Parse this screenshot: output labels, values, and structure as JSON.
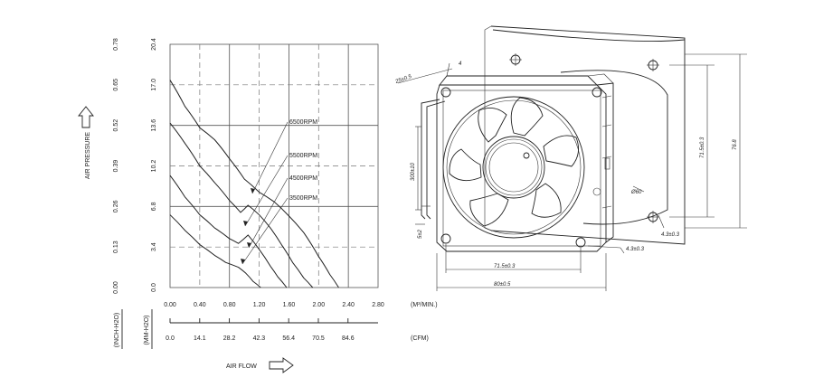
{
  "chart_data": {
    "type": "line",
    "xlabel": "AIR FLOW",
    "ylabel": "AIR PRESSURE",
    "x_unit_primary": "(M³/MIN.)",
    "x_unit_secondary": "(CFM)",
    "y_unit_outer": "(INCH-H2O)",
    "y_unit_inner": "(MM-H2O)",
    "x_ticks_primary": [
      "0.00",
      "0.40",
      "0.80",
      "1.20",
      "1.60",
      "2.00",
      "2.40",
      "2.80"
    ],
    "x_ticks_secondary": [
      "0.0",
      "14.1",
      "28.2",
      "42.3",
      "56.4",
      "70.5",
      "84.6"
    ],
    "y_ticks_inch": [
      "0.00",
      "0.13",
      "0.26",
      "0.39",
      "0.52",
      "0.65",
      "0.78"
    ],
    "y_ticks_mm": [
      "0.0",
      "3.4",
      "6.8",
      "10.2",
      "13.6",
      "17.0",
      "20.4"
    ],
    "xlim": [
      0,
      2.8
    ],
    "ylim": [
      0,
      20.4
    ],
    "series": [
      {
        "name": "6500RPM",
        "x": [
          0.0,
          0.2,
          0.4,
          0.6,
          0.8,
          1.0,
          1.2,
          1.4,
          1.6,
          1.8,
          2.0,
          2.15,
          2.27
        ],
        "y": [
          17.4,
          15.2,
          13.4,
          12.4,
          10.8,
          9.1,
          8.0,
          7.2,
          6.0,
          4.6,
          2.6,
          1.1,
          0.0
        ]
      },
      {
        "name": "5500RPM",
        "x": [
          0.0,
          0.2,
          0.4,
          0.6,
          0.8,
          0.95,
          1.05,
          1.2,
          1.35,
          1.5,
          1.65,
          1.8,
          1.92
        ],
        "y": [
          13.8,
          12.1,
          10.2,
          8.8,
          7.3,
          6.3,
          6.9,
          6.1,
          5.0,
          3.6,
          2.1,
          0.8,
          0.0
        ]
      },
      {
        "name": "4500RPM",
        "x": [
          0.0,
          0.2,
          0.4,
          0.6,
          0.8,
          0.92,
          1.05,
          1.2,
          1.35,
          1.45,
          1.57
        ],
        "y": [
          9.4,
          7.6,
          6.1,
          5.0,
          4.1,
          3.7,
          4.4,
          3.2,
          1.8,
          0.9,
          0.0
        ]
      },
      {
        "name": "3500RPM",
        "x": [
          0.0,
          0.2,
          0.4,
          0.6,
          0.75,
          0.92,
          1.02,
          1.12,
          1.22
        ],
        "y": [
          6.1,
          4.8,
          3.6,
          2.7,
          2.1,
          1.7,
          1.2,
          0.5,
          0.0
        ]
      }
    ]
  },
  "drawing": {
    "dims": {
      "flange_width": "25±0.5",
      "flange_thickness": "4",
      "lead_length": "300±10",
      "lead_strip": "5±2",
      "hole_spacing_bottom": "71.5±0.3",
      "overall_bottom": "80±0.5",
      "hole_spacing_side": "71.5±0.3",
      "overall_side": "76.8",
      "mount_hole": "4.3±0.3",
      "mount_hole_side": "4.3±0.3",
      "guard_diameter": "Ø60"
    }
  }
}
